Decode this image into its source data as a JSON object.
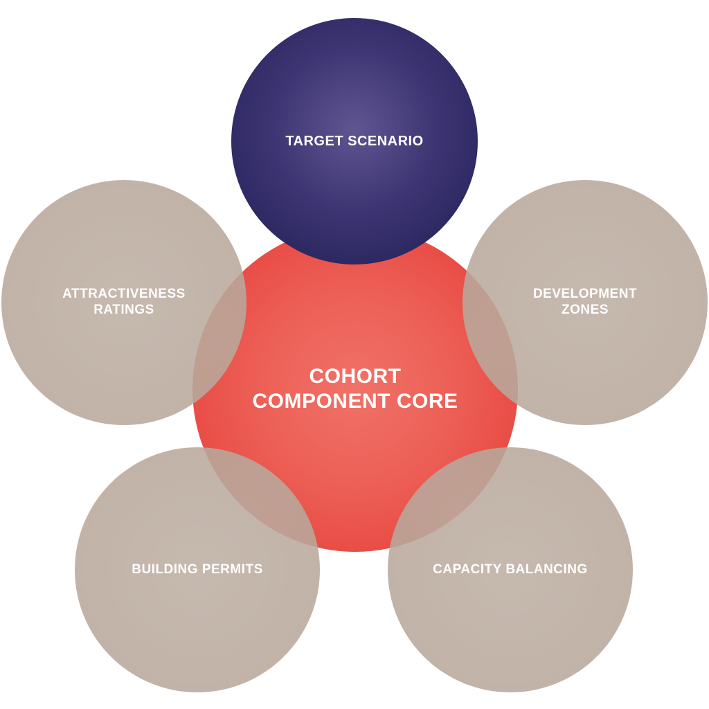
{
  "diagram": {
    "core": {
      "label": "COHORT\nCOMPONENT CORE",
      "color": "#e84b44"
    },
    "target": {
      "label": "TARGET SCENARIO",
      "color": "#2d2862"
    },
    "satellites": [
      {
        "label": "ATTRACTIVENESS\nRATINGS",
        "color": "#b8a89b"
      },
      {
        "label": "DEVELOPMENT\nZONES",
        "color": "#b8a89b"
      },
      {
        "label": "BUILDING PERMITS",
        "color": "#b8a89b"
      },
      {
        "label": "CAPACITY BALANCING",
        "color": "#b8a89b"
      }
    ]
  }
}
